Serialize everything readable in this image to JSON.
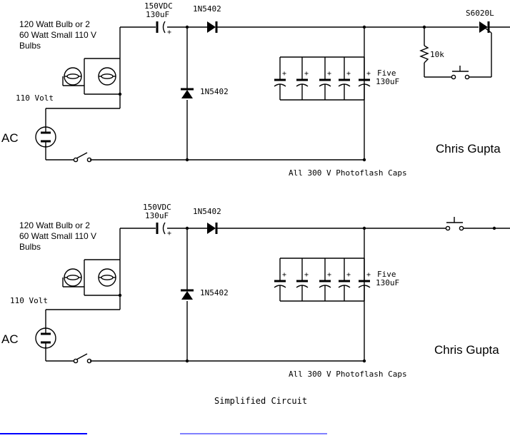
{
  "circuit_top": {
    "bulb_label": [
      "120 Watt Bulb or 2",
      "60 Watt Small 110 V",
      "Bulbs"
    ],
    "cap_series_label": [
      "150VDC",
      "130uF"
    ],
    "diode_series_label": "1N5402",
    "diode_shunt_label": "1N5402",
    "scr_label": "S6020L",
    "resistor_label": "10k",
    "cap_bank_label": [
      "Five",
      "130uF"
    ],
    "voltage_label": "110  Volt",
    "source_label": "AC",
    "author": "Chris Gupta",
    "caps_note": "All 300 V Photoflash Caps"
  },
  "circuit_bottom": {
    "bulb_label": [
      "120 Watt Bulb or 2",
      "60 Watt Small 110 V",
      "Bulbs"
    ],
    "cap_series_label": [
      "150VDC",
      "130uF"
    ],
    "diode_series_label": "1N5402",
    "diode_shunt_label": "1N5402",
    "cap_bank_label": [
      "Five",
      "130uF"
    ],
    "voltage_label": "110  Volt",
    "source_label": "AC",
    "author": "Chris Gupta",
    "caps_note": "All 300 V Photoflash Caps"
  },
  "caption": "Simplified Circuit",
  "colors": {
    "link": "#0000ff",
    "link_visited": "#8080ff"
  }
}
